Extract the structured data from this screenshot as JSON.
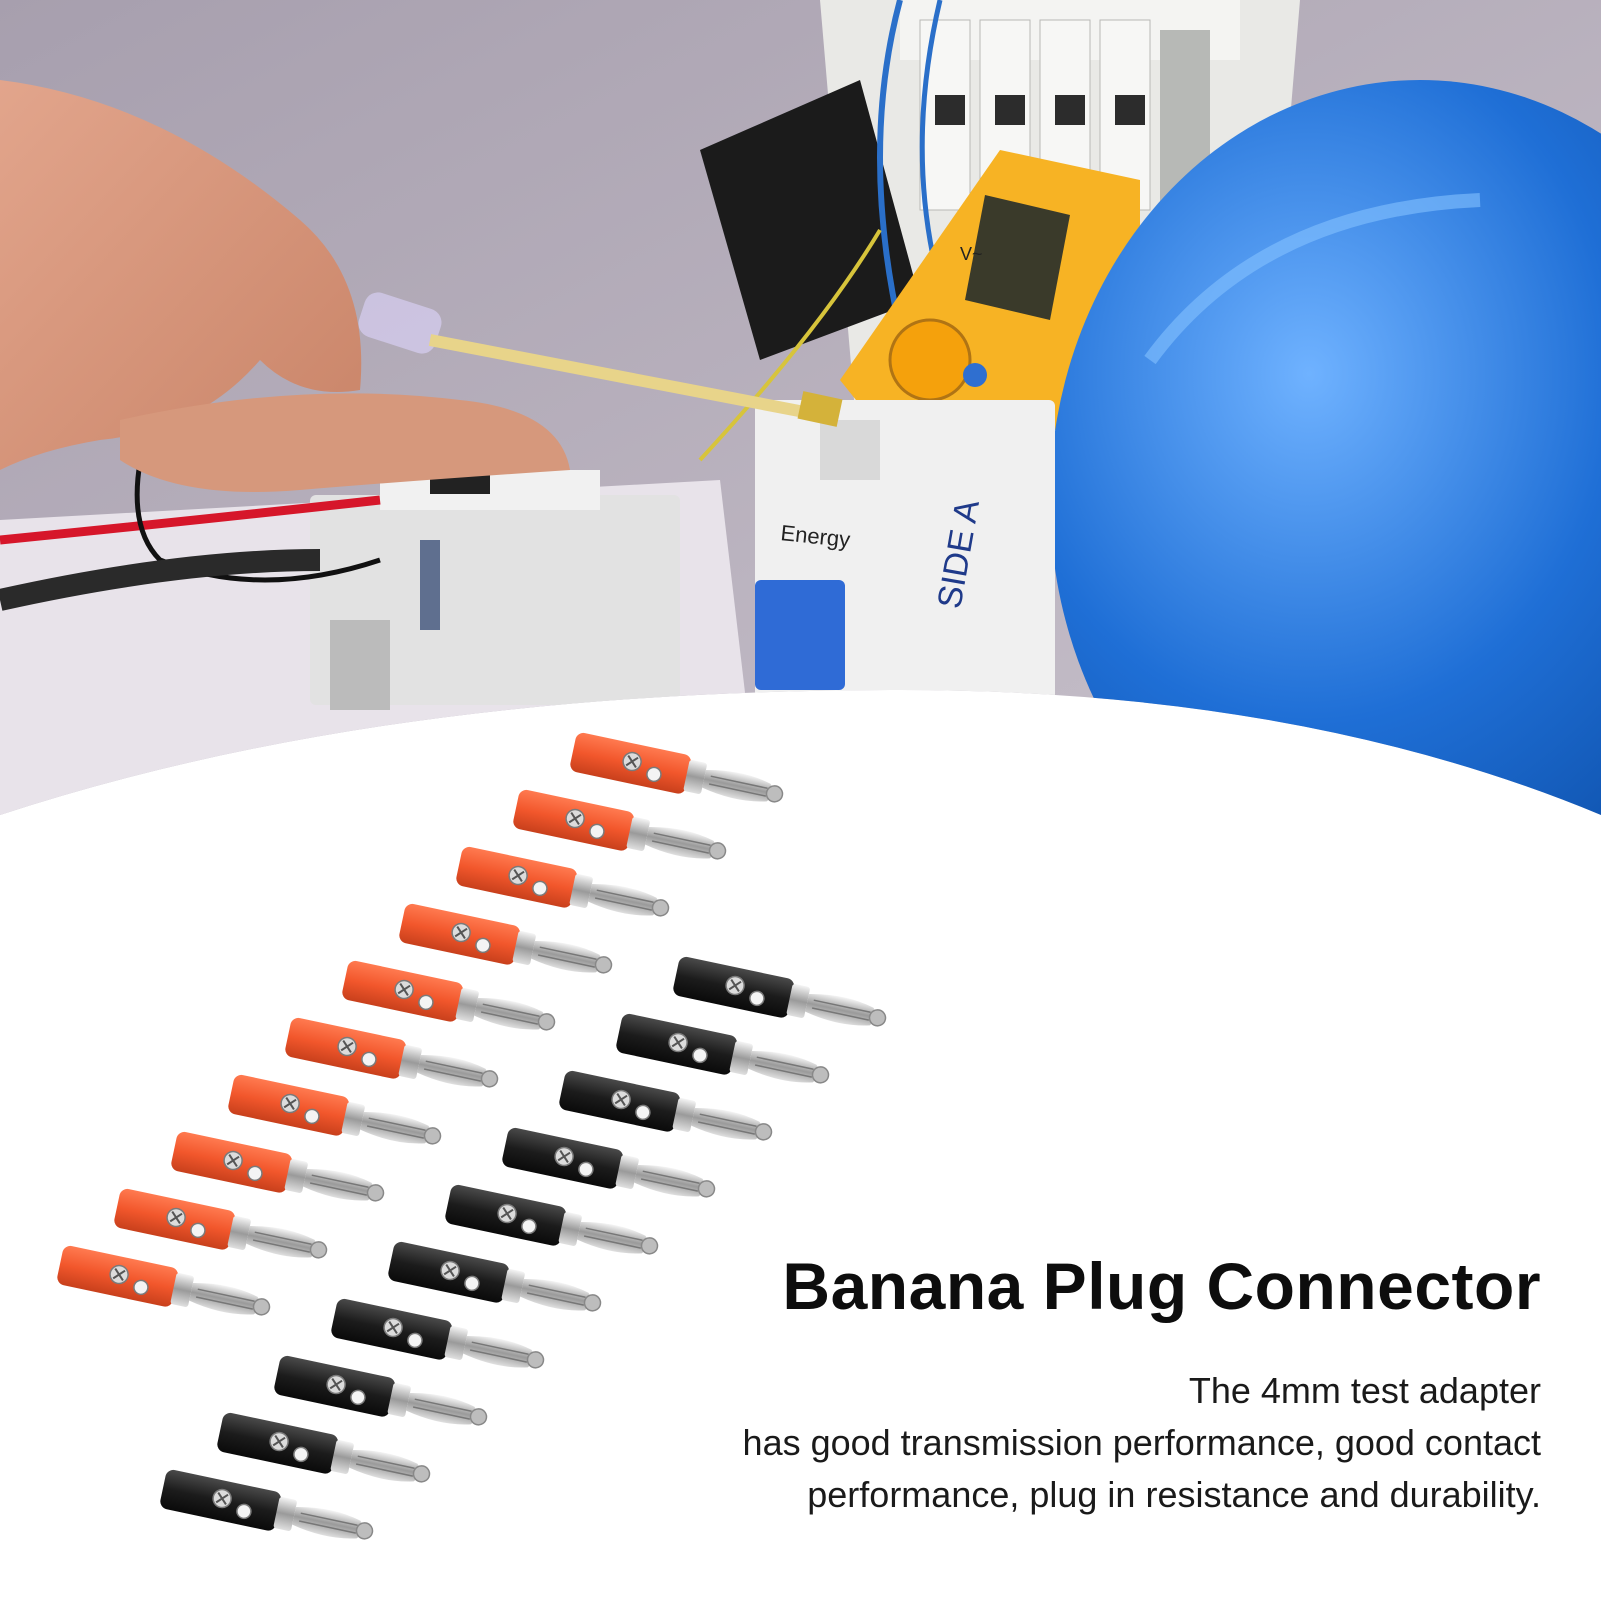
{
  "headline": "Banana Plug Connector",
  "description_lines": [
    "The 4mm test adapter",
    "has good transmission performance, good contact",
    "performance, plug in resistance and durability."
  ],
  "photo_labels": {
    "breaker_brand": "Energy",
    "handwritten_label": "SIDE A",
    "multimeter_mark": "V~"
  },
  "colors": {
    "red_plug": "#f2572c",
    "black_plug": "#1c1c1c",
    "helmet_blue": "#1f6fd6",
    "multimeter_yellow": "#f7b324",
    "background": "#ffffff"
  },
  "products": {
    "red_plug_count": 10,
    "black_plug_count": 10
  }
}
